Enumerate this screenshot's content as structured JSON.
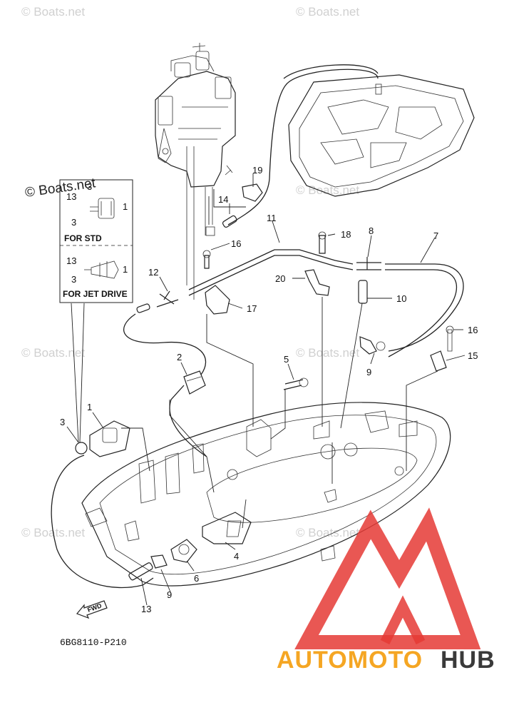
{
  "watermarks": {
    "corner_mark": "© Boats.net",
    "faint_mark": "© Boats.net"
  },
  "inset": {
    "std_label": "FOR STD",
    "jet_label": "FOR JET DRIVE",
    "std_callouts": [
      "3",
      "13",
      "3",
      "1"
    ],
    "jet_callouts": [
      "13",
      "3",
      "1"
    ]
  },
  "callouts": {
    "c1": "1",
    "c2": "2",
    "c3": "3",
    "c4": "4",
    "c5": "5",
    "c6": "6",
    "c7": "7",
    "c8": "8",
    "c9a": "9",
    "c9b": "9",
    "c10": "10",
    "c11": "11",
    "c12": "12",
    "c13": "13",
    "c14": "14",
    "c15": "15",
    "c16a": "16",
    "c16b": "16",
    "c17": "17",
    "c18": "18",
    "c19": "19",
    "c20": "20"
  },
  "fwd_label": "FWD",
  "diagram_ref": "6BG8110-P210",
  "brand": {
    "part1": "AUTOMOTO",
    "part2": "HUB",
    "color1": "#f5a623",
    "color2": "#3a3a3a",
    "triangle_color": "#e53935"
  }
}
